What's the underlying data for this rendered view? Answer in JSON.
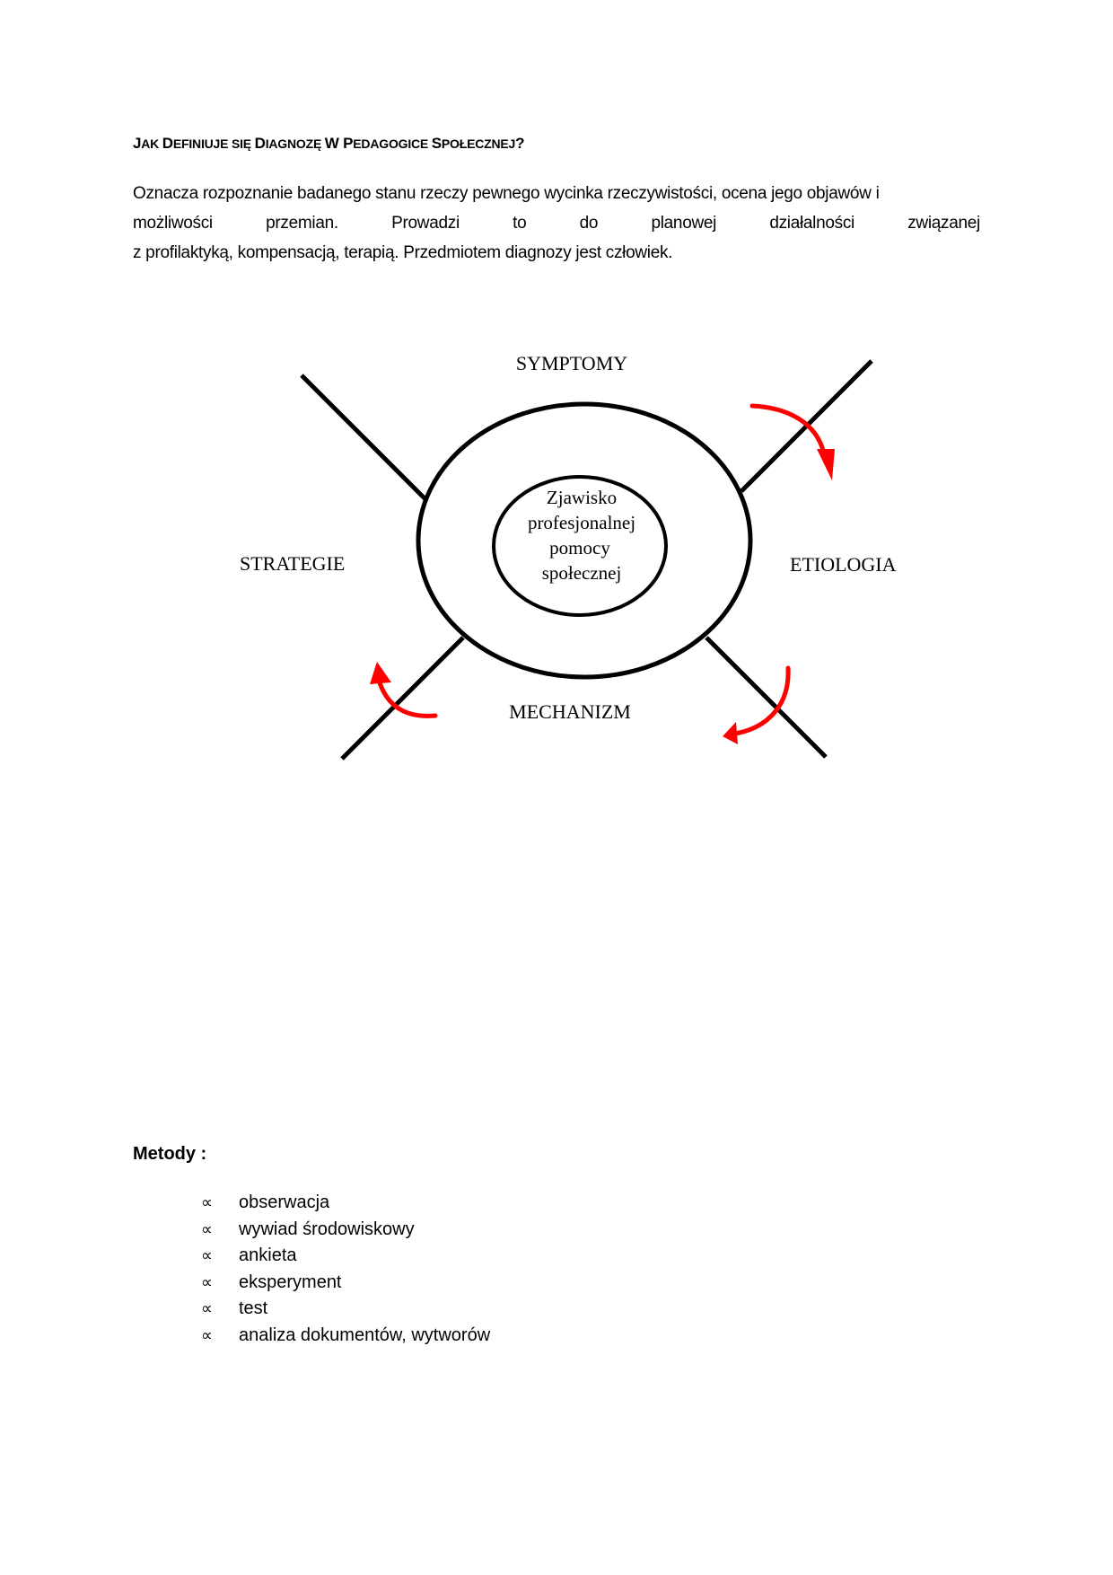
{
  "heading": {
    "parts": [
      {
        "text": "J",
        "sc": false
      },
      {
        "text": "AK ",
        "sc": true
      },
      {
        "text": "D",
        "sc": false
      },
      {
        "text": "EFINIUJE SIĘ ",
        "sc": true
      },
      {
        "text": "D",
        "sc": false
      },
      {
        "text": "IAGNOZĘ ",
        "sc": true
      },
      {
        "text": "W ",
        "sc": false
      },
      {
        "text": "P",
        "sc": false
      },
      {
        "text": "EDAGOGICE ",
        "sc": true
      },
      {
        "text": "S",
        "sc": false
      },
      {
        "text": "POŁECZNEJ",
        "sc": true
      },
      {
        "text": "?",
        "sc": false
      }
    ]
  },
  "paragraph": {
    "line1": "Oznacza rozpoznanie badanego stanu rzeczy pewnego wycinka rzeczywistości, ocena jego objawów i",
    "line2_words": [
      "możliwości",
      "przemian.",
      "Prowadzi",
      "to",
      "do",
      "planowej",
      "działalności",
      "związanej"
    ],
    "line3": "z profilaktyką, kompensacją, terapią. Przedmiotem diagnozy jest człowiek."
  },
  "diagram": {
    "top_label": "SYMPTOMY",
    "left_label": "STRATEGIE",
    "right_label": "ETIOLOGIA",
    "bottom_label": "MECHANIZM",
    "center_lines": [
      "Zjawisko",
      "profesjonalnej",
      "pomocy",
      "społecznej"
    ],
    "arrow_color": "#ff0000",
    "line_color": "#000000"
  },
  "methods": {
    "title": "Metody :",
    "bullet_symbol": "∝",
    "items": [
      "obserwacja",
      "wywiad środowiskowy",
      "ankieta",
      "eksperyment",
      "test",
      "analiza dokumentów, wytworów"
    ]
  }
}
